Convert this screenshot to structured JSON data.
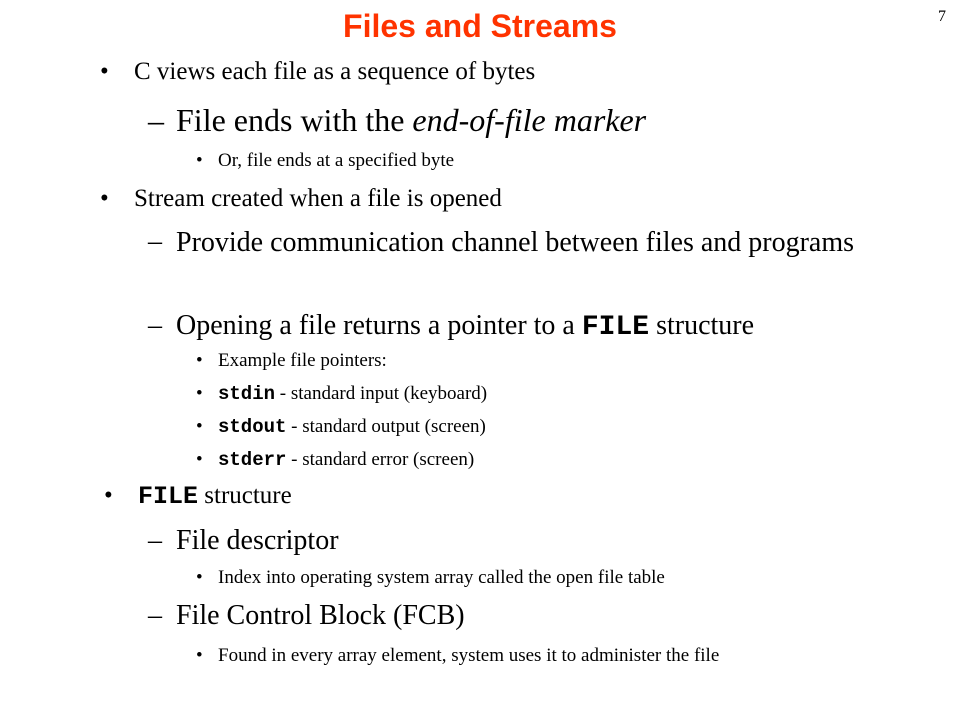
{
  "slide": {
    "title": "Files and Streams",
    "page_number": "7"
  },
  "lines": {
    "b1": "C views each file as a sequence of bytes",
    "b1_1_pre": "File ends with the ",
    "b1_1_em": "end-of-file marker",
    "b1_1_1": "Or, file ends at a specified byte",
    "b2": "Stream created when a file is opened",
    "b2_1": "Provide communication channel between files and programs",
    "b2_2_pre": "Opening a file returns a pointer to a ",
    "b2_2_code": "FILE",
    "b2_2_post": " structure",
    "b2_2_1": "Example file pointers:",
    "b2_2_2_code": "stdin",
    "b2_2_2_text": " - standard input (keyboard)",
    "b2_2_3_code": "stdout",
    "b2_2_3_text": " - standard output (screen)",
    "b2_2_4_code": "stderr",
    "b2_2_4_text": " - standard error (screen)",
    "b3_code": "FILE",
    "b3_text": " structure",
    "b3_1": "File descriptor",
    "b3_1_1": "Index into operating system array called the open file table",
    "b3_2": "File Control Block (FCB)",
    "b3_2_1": "Found in every array element, system uses it to administer the file"
  },
  "markers": {
    "bullet": "•",
    "dash": "–"
  },
  "colors": {
    "title": "#ff3300"
  }
}
